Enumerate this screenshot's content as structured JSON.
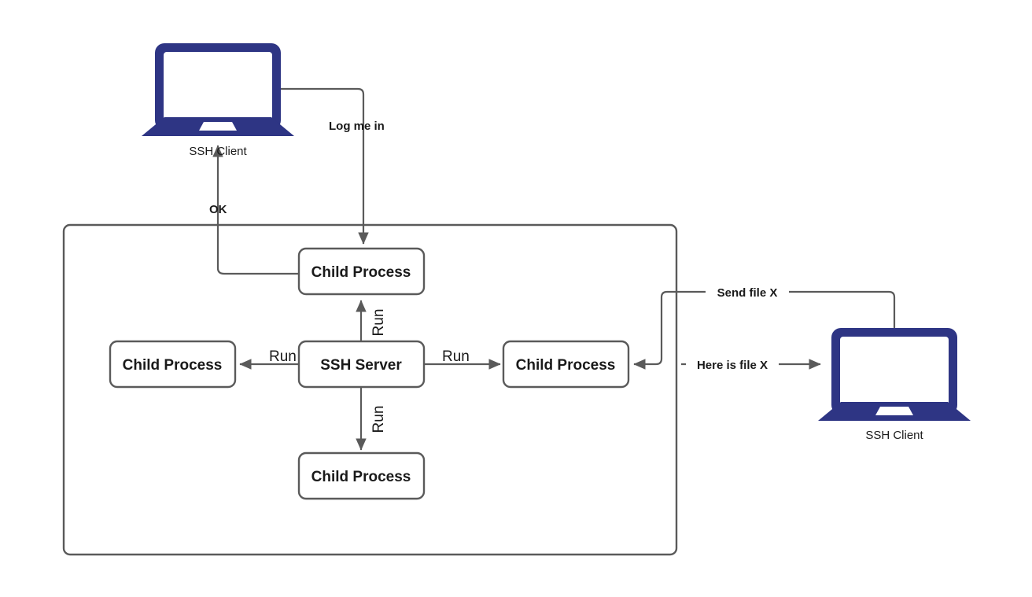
{
  "diagram": {
    "title": "SSH Server Child Process Architecture",
    "colors": {
      "device_blue": "#2e3584",
      "stroke_gray": "#5a5a5a",
      "text_dark": "#1a1a1a",
      "background": "#ffffff"
    },
    "container": {
      "name": "ssh-server-host-boundary"
    },
    "nodes": [
      {
        "id": "child-process-top",
        "label": "Child Process"
      },
      {
        "id": "child-process-left",
        "label": "Child Process"
      },
      {
        "id": "ssh-server",
        "label": "SSH Server"
      },
      {
        "id": "child-process-right",
        "label": "Child Process"
      },
      {
        "id": "child-process-bottom",
        "label": "Child Process"
      }
    ],
    "devices": [
      {
        "id": "ssh-client-left",
        "caption": "SSH Client",
        "icon": "laptop-icon"
      },
      {
        "id": "ssh-client-right",
        "caption": "SSH Client",
        "icon": "laptop-icon"
      }
    ],
    "edges": [
      {
        "id": "edge-log-me-in",
        "label": "Log me in",
        "from": "ssh-client-left",
        "to": "child-process-top",
        "style": "bold",
        "orientation": "horizontal"
      },
      {
        "id": "edge-ok",
        "label": "OK",
        "from": "child-process-top",
        "to": "ssh-client-left",
        "style": "bold",
        "orientation": "horizontal"
      },
      {
        "id": "edge-run-top",
        "label": "Run",
        "from": "ssh-server",
        "to": "child-process-top",
        "style": "plain",
        "orientation": "vertical"
      },
      {
        "id": "edge-run-left",
        "label": "Run",
        "from": "ssh-server",
        "to": "child-process-left",
        "style": "plain",
        "orientation": "horizontal"
      },
      {
        "id": "edge-run-right",
        "label": "Run",
        "from": "ssh-server",
        "to": "child-process-right",
        "style": "plain",
        "orientation": "horizontal"
      },
      {
        "id": "edge-run-bottom",
        "label": "Run",
        "from": "ssh-server",
        "to": "child-process-bottom",
        "style": "plain",
        "orientation": "vertical"
      },
      {
        "id": "edge-send-file",
        "label": "Send file X",
        "from": "ssh-client-right",
        "to": "child-process-right",
        "style": "bold",
        "orientation": "horizontal"
      },
      {
        "id": "edge-here-is-file",
        "label": "Here is file X",
        "from": "child-process-right",
        "to": "ssh-client-right",
        "style": "bold",
        "orientation": "horizontal"
      }
    ]
  }
}
